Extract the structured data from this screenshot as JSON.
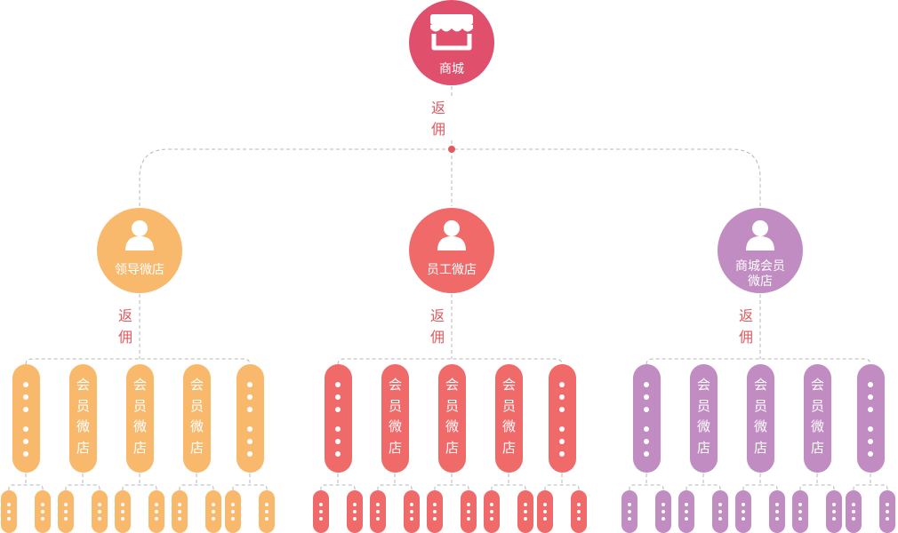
{
  "colors": {
    "top": "#e0506c",
    "orange": "#f9b96d",
    "red": "#f06a6a",
    "purple": "#c08cc2",
    "connector": "#b7b7b7",
    "label": "#e05a60"
  },
  "top_node": {
    "label": "商城",
    "icon": "store-icon"
  },
  "rebate_label": [
    "返",
    "佣"
  ],
  "branches": [
    {
      "key": "leader",
      "label_lines": [
        "领导微店"
      ],
      "icon": "user-icon",
      "color_key": "orange"
    },
    {
      "key": "staff",
      "label_lines": [
        "员工微店"
      ],
      "icon": "user-icon",
      "color_key": "red"
    },
    {
      "key": "member",
      "label_lines": [
        "商城会员",
        "微店"
      ],
      "icon": "user-icon",
      "color_key": "purple"
    }
  ],
  "member_pill_text": [
    "会",
    "员",
    "微",
    "店"
  ],
  "pill_kinds": [
    "more",
    "member",
    "member",
    "member",
    "more"
  ]
}
